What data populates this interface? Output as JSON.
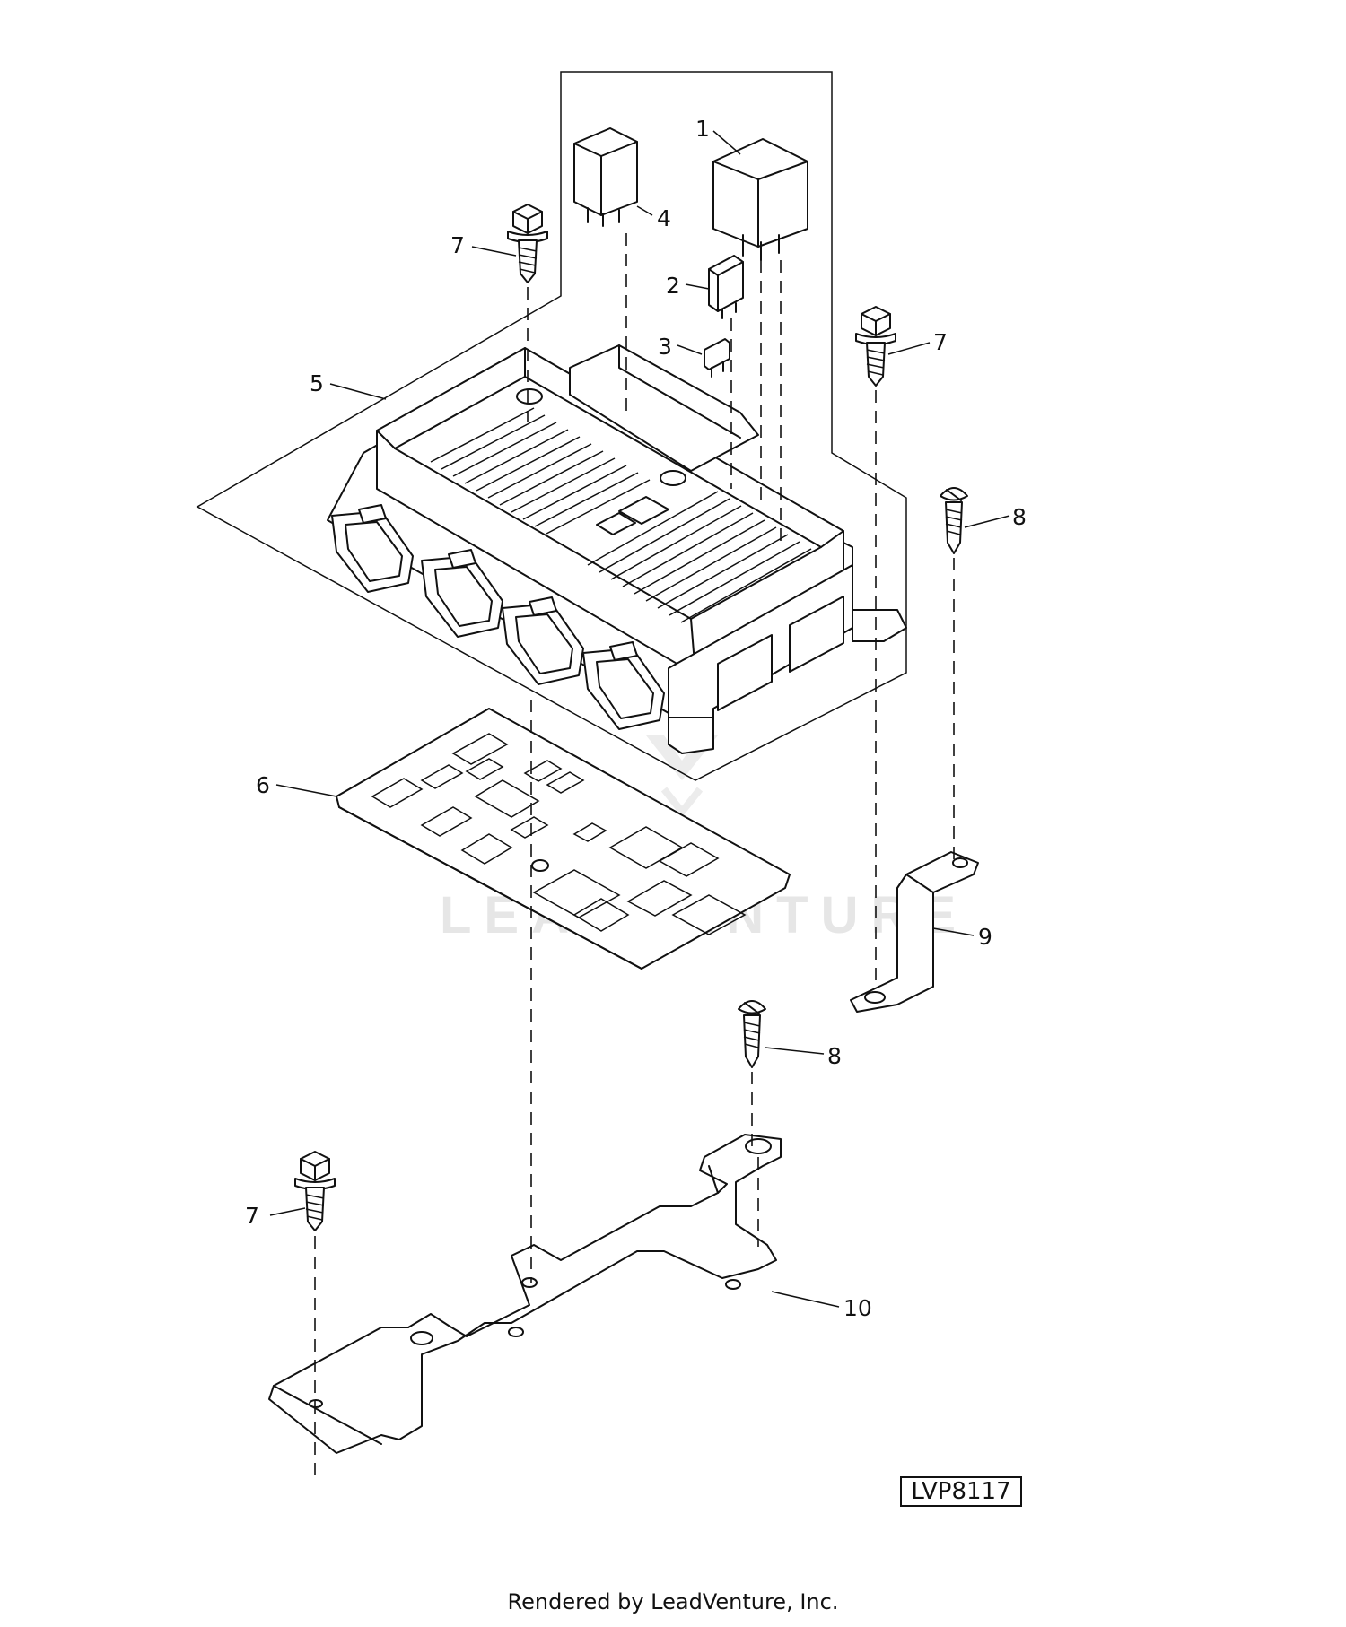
{
  "callouts": [
    {
      "id": "1",
      "label": "1"
    },
    {
      "id": "2",
      "label": "2"
    },
    {
      "id": "3",
      "label": "3"
    },
    {
      "id": "4",
      "label": "4"
    },
    {
      "id": "5",
      "label": "5"
    },
    {
      "id": "6",
      "label": "6"
    },
    {
      "id": "7a",
      "label": "7"
    },
    {
      "id": "7b",
      "label": "7"
    },
    {
      "id": "7c",
      "label": "7"
    },
    {
      "id": "8a",
      "label": "8"
    },
    {
      "id": "8b",
      "label": "8"
    },
    {
      "id": "9",
      "label": "9"
    },
    {
      "id": "10",
      "label": "10"
    }
  ],
  "reference_code": "LVP8117",
  "watermark": "LEADVENTURE",
  "footer": "Rendered by LeadVenture, Inc."
}
